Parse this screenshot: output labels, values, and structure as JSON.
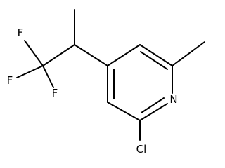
{
  "molecule": {
    "atoms": {
      "fluorine_top": "F",
      "fluorine_left": "F",
      "fluorine_bottom": "F",
      "nitrogen": "N",
      "chlorine": "Cl"
    }
  }
}
